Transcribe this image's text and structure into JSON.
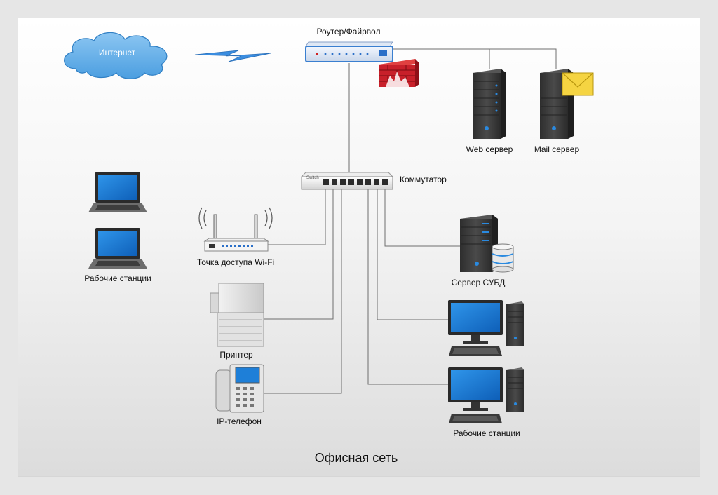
{
  "caption": "Офисная сеть",
  "nodes": {
    "internet": "Интернет",
    "router": "Роутер/Файрвол",
    "web_server": "Web сервер",
    "mail_server": "Mail сервер",
    "switch": "Коммутатор",
    "switch_badge": "Switch",
    "wifi": "Точка доступа Wi-Fi",
    "printer": "Принтер",
    "ip_phone": "IP-телефон",
    "db_server": "Сервер СУБД",
    "workstations_left": "Рабочие станции",
    "workstations_right": "Рабочие станции"
  },
  "colors": {
    "cloud": "#5aa8e4",
    "router": "#3a7fd0",
    "firewall": "#c8202a",
    "server": "#3d3d3d",
    "led": "#2a8ae0",
    "screen": "#1e7fd8",
    "link": "#6e6e6e"
  }
}
